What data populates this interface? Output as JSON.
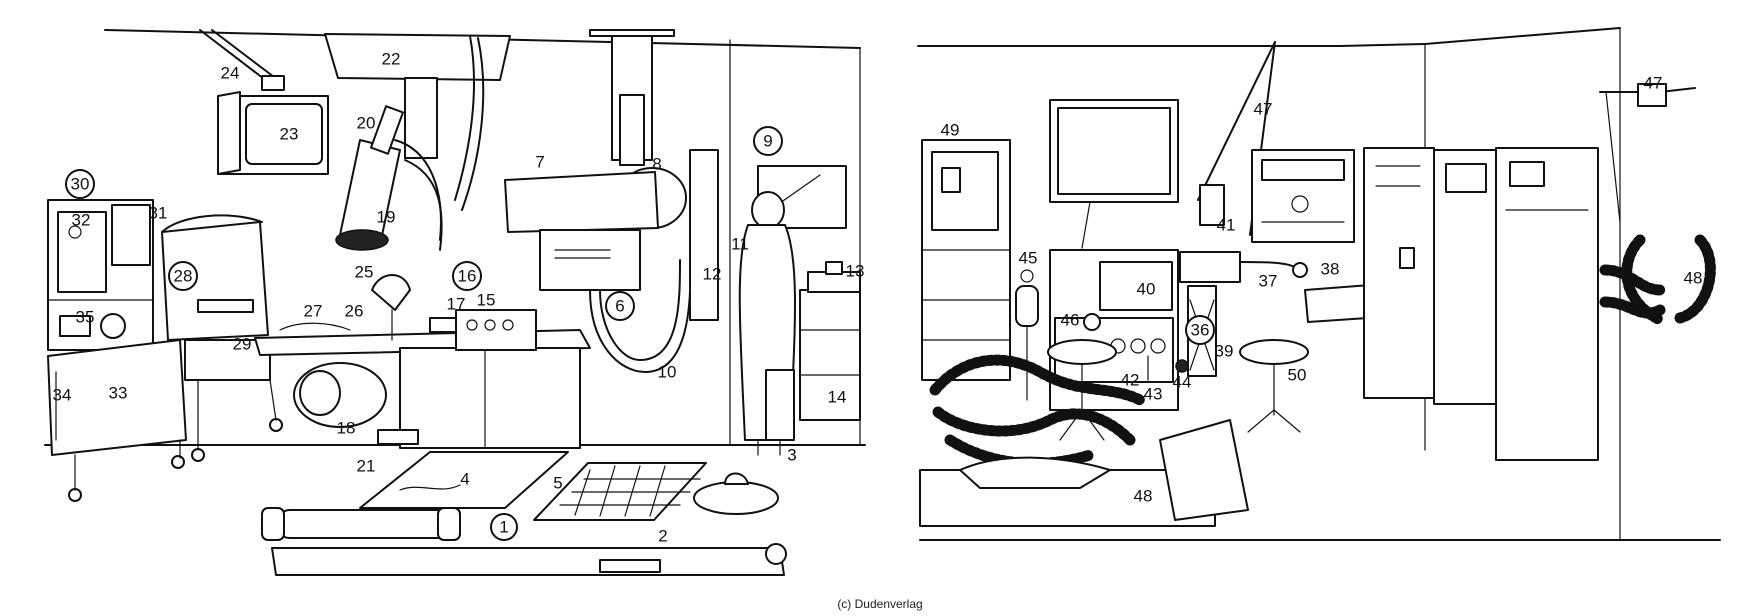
{
  "caption": "(c) Dudenverlag",
  "labels": {
    "n1": "1",
    "n2": "2",
    "n3": "3",
    "n4": "4",
    "n5": "5",
    "n6": "6",
    "n7": "7",
    "n8": "8",
    "n9": "9",
    "n10": "10",
    "n11": "11",
    "n12": "12",
    "n13": "13",
    "n14": "14",
    "n15": "15",
    "n16": "16",
    "n17": "17",
    "n18": "18",
    "n19": "19",
    "n20": "20",
    "n21": "21",
    "n22": "22",
    "n23": "23",
    "n24": "24",
    "n25": "25",
    "n26": "26",
    "n27": "27",
    "n28": "28",
    "n29": "29",
    "n30": "30",
    "n31": "31",
    "n32": "32",
    "n33": "33",
    "n34": "34",
    "n35": "35",
    "n36": "36",
    "n37": "37",
    "n38": "38",
    "n39": "39",
    "n40": "40",
    "n41": "41",
    "n42": "42",
    "n43": "43",
    "n44": "44",
    "n45": "45",
    "n46": "46",
    "n47a": "47",
    "n47b": "47",
    "n48a": "48",
    "n48b": "48",
    "n49": "49",
    "n50": "50"
  }
}
